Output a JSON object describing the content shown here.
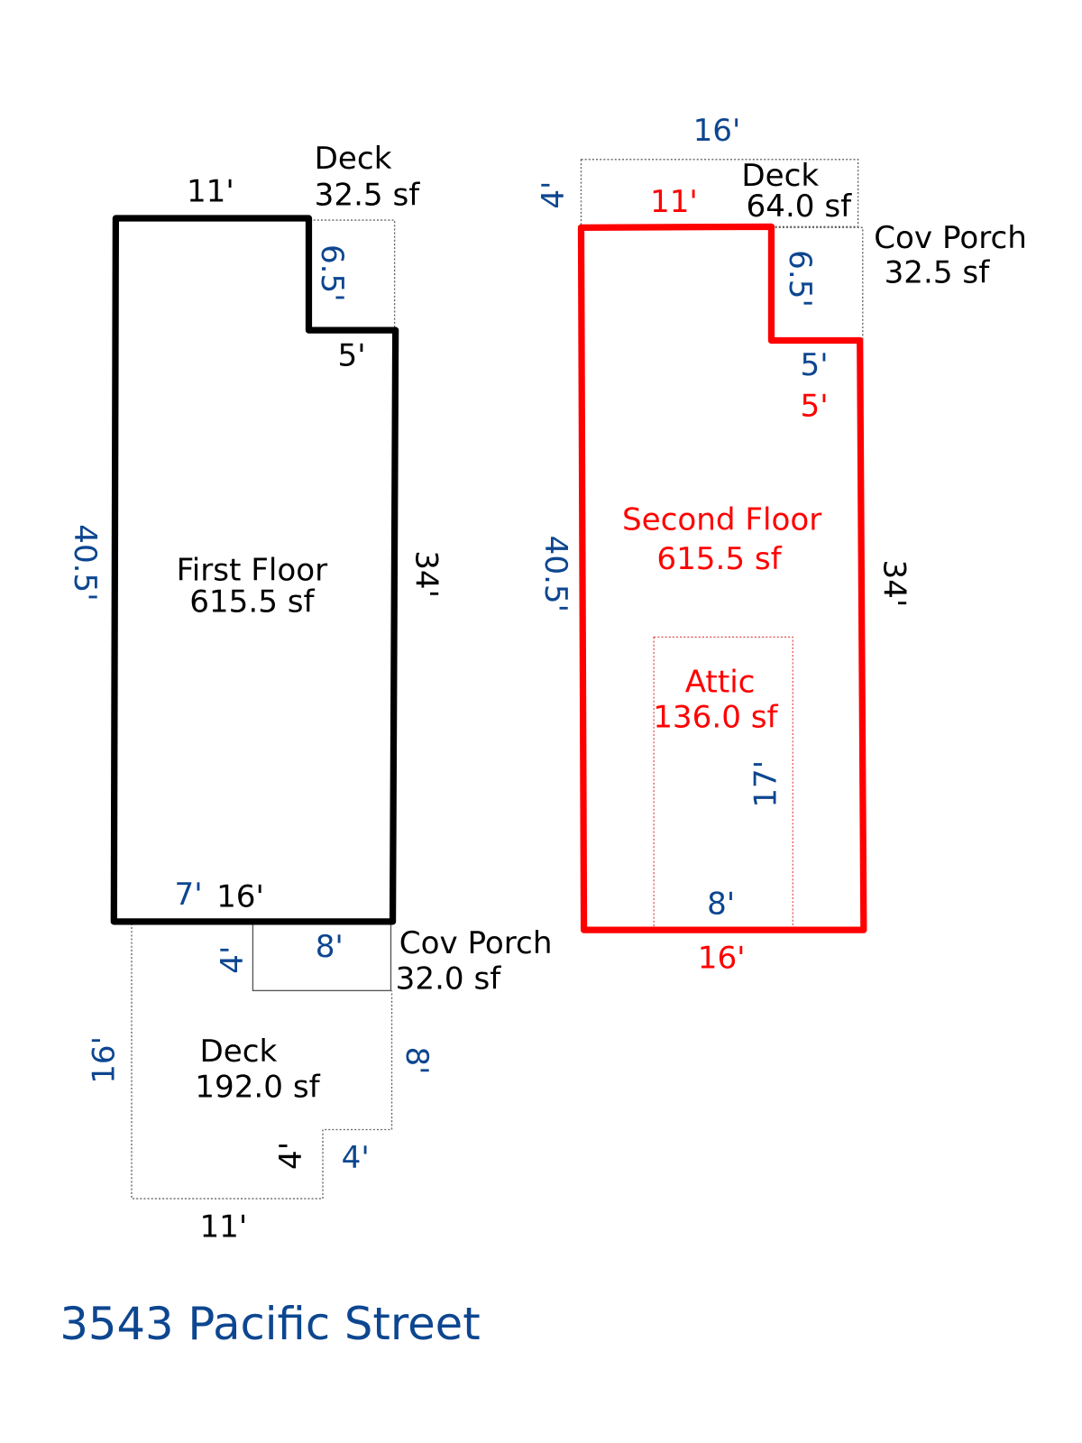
{
  "title": "3543 Pacific Street",
  "colors": {
    "dimension_blue": "#0d4690",
    "second_floor_red": "#ff0000",
    "first_floor_black": "#000000"
  },
  "first_floor": {
    "name": "First Floor",
    "area": "615.5 sf",
    "dims": {
      "top": "11'",
      "left": "40.5'",
      "right": "34'",
      "notch_v": "6.5'",
      "notch_h": "5'",
      "bottom_a": "7'",
      "bottom_b": "16'"
    },
    "deck_top": {
      "name": "Deck",
      "area": "32.5 sf"
    },
    "cov_porch": {
      "name": "Cov Porch",
      "area": "32.0 sf",
      "w": "8'",
      "h": "4'"
    },
    "deck_rear": {
      "name": "Deck",
      "area": "192.0 sf",
      "left": "16'",
      "right": "8'",
      "step_v": "4'",
      "step_h": "4'",
      "bottom": "11'"
    }
  },
  "second_floor": {
    "name": "Second Floor",
    "area": "615.5 sf",
    "dims": {
      "top": "11'",
      "left": "40.5'",
      "right": "34'",
      "notch_v": "6.5'",
      "notch_h_blue": "5'",
      "notch_h_red": "5'",
      "bottom": "16'"
    },
    "deck": {
      "name": "Deck",
      "area": "64.0 sf",
      "w": "16'",
      "h": "4'"
    },
    "cov_porch": {
      "name": "Cov Porch",
      "area": "32.5 sf"
    },
    "attic": {
      "name": "Attic",
      "area": "136.0 sf",
      "h": "17'",
      "w": "8'"
    }
  }
}
